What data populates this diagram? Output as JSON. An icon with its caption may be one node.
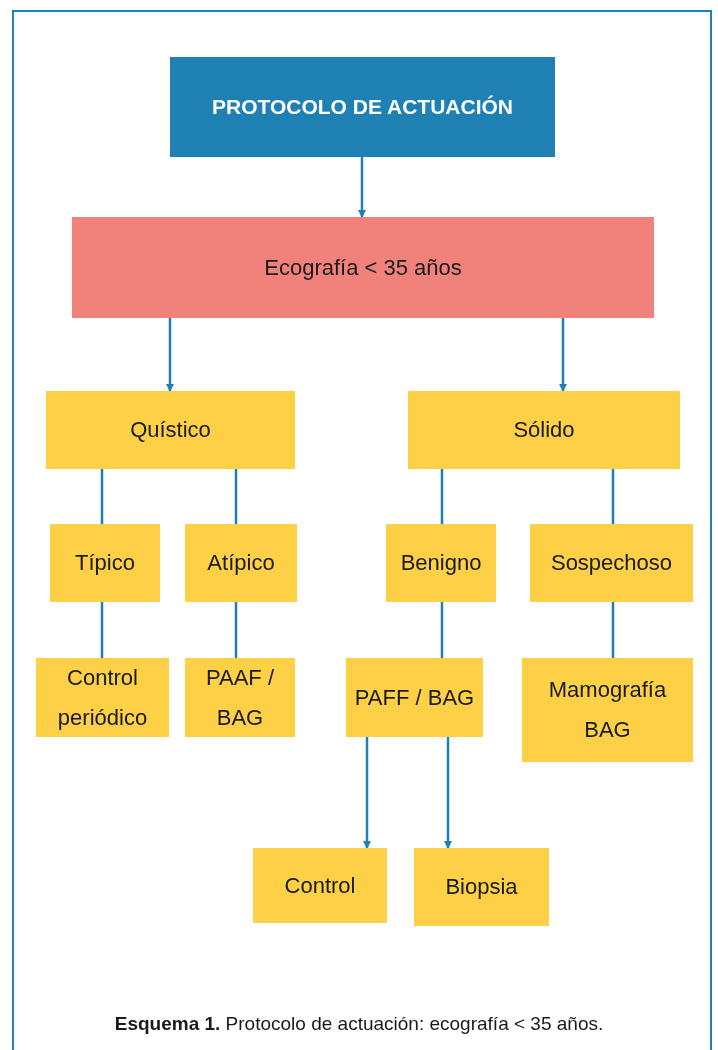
{
  "diagram": {
    "caption": "**Esquema 1.** Protocolo de actuación: ecografía < 35 años.",
    "nodes": [
      {
        "text": [
          "PROTOCOLO DE ACTUACIÓN"
        ]
      },
      {
        "text": [
          "Ecografía < 35 años"
        ]
      },
      {
        "text": [
          "Quístico"
        ]
      },
      {
        "text": [
          "Sólido"
        ]
      },
      {
        "text": [
          "Típico"
        ]
      },
      {
        "text": [
          "Atípico"
        ]
      },
      {
        "text": [
          "Benigno"
        ]
      },
      {
        "text": [
          "Sospechoso"
        ]
      },
      {
        "text": [
          "Control periódico"
        ]
      },
      {
        "text": [
          "PAAF / BAG"
        ]
      },
      {
        "text": [
          "PAFF / BAG"
        ]
      },
      {
        "text": [
          "Mamografía BAG"
        ]
      },
      {
        "text": [
          "Control"
        ]
      },
      {
        "text": [
          "Biopsia"
        ]
      }
    ],
    "edges": [
      {
        "from": 0,
        "to": 1,
        "arrow": "to"
      },
      {
        "from": 1,
        "to": 2,
        "arrow": "to"
      },
      {
        "from": 1,
        "to": 3,
        "arrow": "to"
      },
      {
        "from": 2,
        "to": 4,
        "arrow": "none"
      },
      {
        "from": 2,
        "to": 5,
        "arrow": "none"
      },
      {
        "from": 3,
        "to": 6,
        "arrow": "none"
      },
      {
        "from": 3,
        "to": 7,
        "arrow": "none"
      },
      {
        "from": 4,
        "to": 8,
        "arrow": "none"
      },
      {
        "from": 5,
        "to": 9,
        "arrow": "none"
      },
      {
        "from": 6,
        "to": 10,
        "arrow": "none"
      },
      {
        "from": 7,
        "to": 11,
        "arrow": "none"
      },
      {
        "from": 10,
        "to": 12,
        "arrow": "to"
      },
      {
        "from": 10,
        "to": 13,
        "arrow": "to"
      }
    ]
  }
}
